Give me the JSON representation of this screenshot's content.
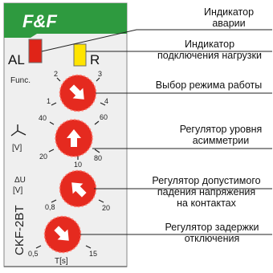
{
  "brand": {
    "logo_text": "F&F"
  },
  "device": {
    "model": "CKF-2BT",
    "led_al_label": "AL",
    "led_r_label": "R",
    "func_label": "Func.",
    "asym_unit": "[V]",
    "du_label": "ΔU",
    "du_unit": "[V]",
    "delay_unit": "T[s]"
  },
  "knobs": {
    "func": {
      "ticks": [
        "2",
        "3",
        "1",
        "4"
      ]
    },
    "asym": {
      "ticks": [
        "40",
        "60",
        "20",
        "10",
        "80"
      ]
    },
    "du": {
      "ticks": [
        "0,8",
        "20"
      ]
    },
    "delay": {
      "ticks": [
        "0,5",
        "15"
      ]
    }
  },
  "annotations": {
    "alarm": "Индикатор\nаварии",
    "load": "Индикатор\nподключения нагрузки",
    "mode": "Выбор режима работы",
    "asym": "Регулятор уровня\nасимметрии",
    "drop": "Регулятор допустимого\nпадения напряжения\nна контактах",
    "delay": "Регулятор задержки\nотключения"
  },
  "colors": {
    "brand_green": "#2E9A3F",
    "knob_red": "#E52A1F",
    "led_red": "#E02418",
    "led_yellow": "#FFE400",
    "panel": "#EEEEEE"
  }
}
